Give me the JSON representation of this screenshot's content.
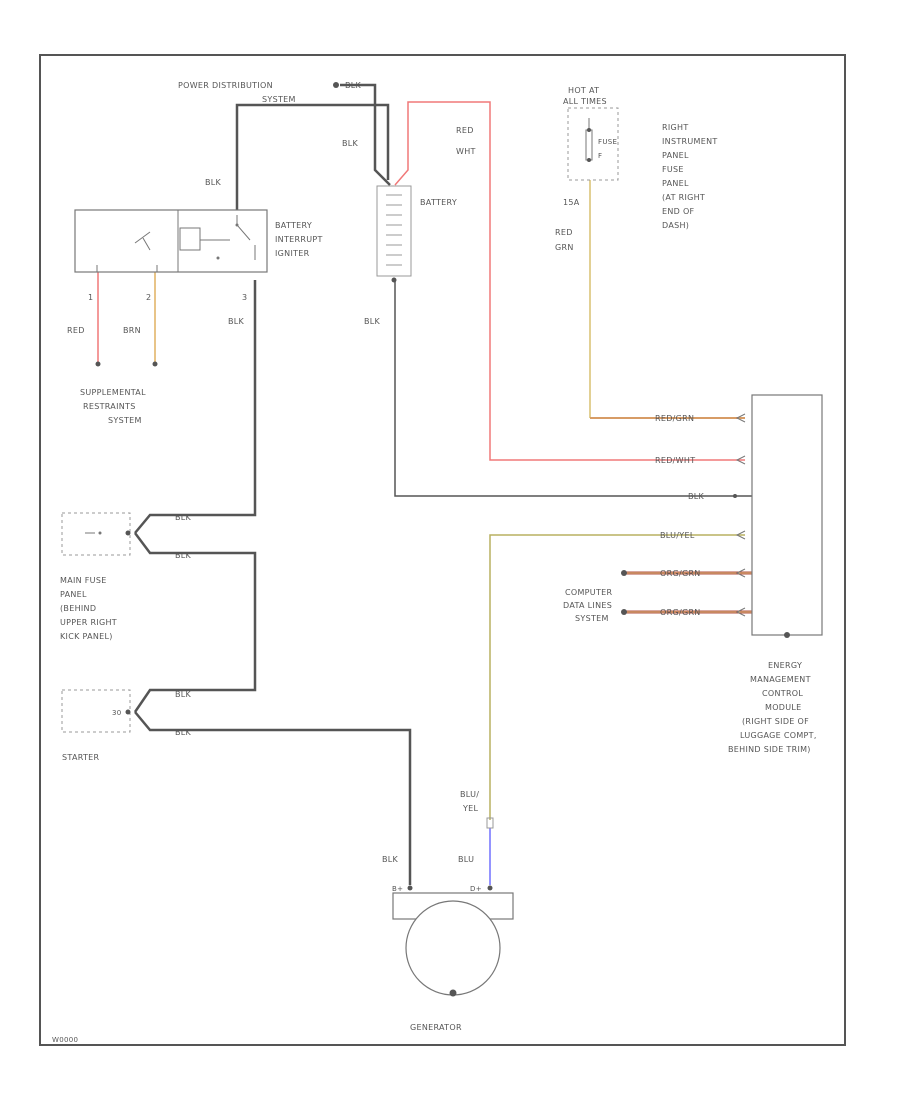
{
  "colors": {
    "black_wire": "#555555",
    "red_wire": "#f07878",
    "yellow_wire": "#d8c070",
    "olive_wire": "#b8b060",
    "blue_wire": "#7070ff",
    "orange_wire": "#e0a060",
    "dark_red_wire": "#b05050",
    "frame": "#555555",
    "dashed": "#999999",
    "label": "#555555"
  },
  "labels": {
    "power_distribution": [
      "POWER DISTRIBUTION",
      "SYSTEM"
    ],
    "power_tag": "BLK",
    "blk_top": "BLK",
    "red_wht_top": [
      "RED",
      "WHT"
    ],
    "hot_at": [
      "HOT AT",
      "ALL TIMES"
    ],
    "fuse": [
      "FUSE",
      "F"
    ],
    "fuse_amps": "15A",
    "fuse_box": [
      "RIGHT",
      "INSTRUMENT",
      "PANEL",
      "FUSE",
      "PANEL",
      "(AT RIGHT",
      "END OF",
      "DASH)"
    ],
    "red_grn": [
      "RED",
      "GRN"
    ],
    "blk_batt_relay": "BLK",
    "battery_interrupt": [
      "BATTERY",
      "INTERRUPT",
      "IGNITER"
    ],
    "battery": "BATTERY",
    "pin_1": "1",
    "pin_2": "2",
    "pin_3": "3",
    "red": "RED",
    "brn": "BRN",
    "blk_relay_out": "BLK",
    "blk_batt_out": "BLK",
    "srs": [
      "SUPPLEMENTAL",
      "RESTRAINTS",
      "SYSTEM"
    ],
    "red_grn_wire": "RED/GRN",
    "red_wht_wire": "RED/WHT",
    "blk_wire": "BLK",
    "blu_yel_wire": "BLU/YEL",
    "org_grn_1": "ORG/GRN",
    "org_grn_2": "ORG/GRN",
    "computer_data": [
      "COMPUTER",
      "DATA LINES",
      "SYSTEM"
    ],
    "blk_mf1": "BLK",
    "blk_mf2": "BLK",
    "main_fuse": [
      "MAIN FUSE",
      "PANEL",
      "(BEHIND",
      "UPPER RIGHT",
      "KICK PANEL)"
    ],
    "energy_module": [
      "ENERGY",
      "MANAGEMENT",
      "CONTROL",
      "MODULE",
      "(RIGHT SIDE OF",
      "LUGGAGE COMPT,",
      "BEHIND SIDE TRIM)"
    ],
    "blk_st1": "BLK",
    "blk_st2": "BLK",
    "starter_pin": "30",
    "starter": "STARTER",
    "blu_yel": [
      "BLU/",
      "YEL"
    ],
    "blk_gen": "BLK",
    "blu_gen": "BLU",
    "gen_b_plus": "B+",
    "gen_d_plus": "D+",
    "generator": "GENERATOR",
    "footer_code": "W0000"
  }
}
